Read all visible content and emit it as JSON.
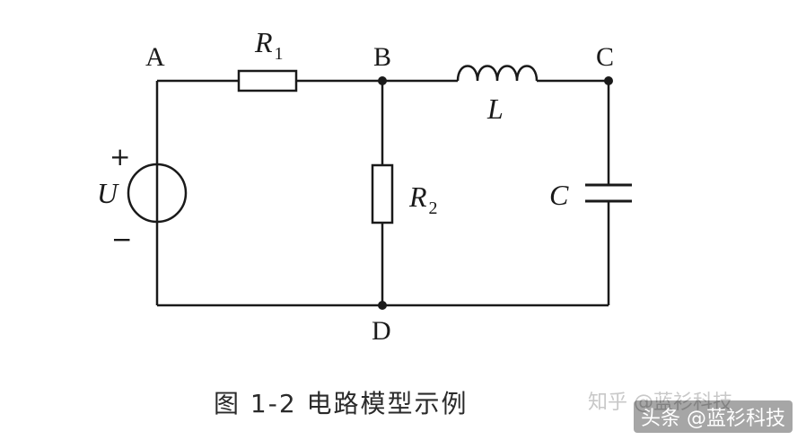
{
  "nodes": {
    "a": "A",
    "b": "B",
    "c": "C",
    "d": "D"
  },
  "components": {
    "r1": {
      "letter": "R",
      "sub": "1"
    },
    "r2": {
      "letter": "R",
      "sub": "2"
    },
    "l": "L",
    "c": "C",
    "u": "U"
  },
  "source": {
    "plus": "+",
    "minus": "−"
  },
  "caption": "图 1-2 电路模型示例",
  "watermark": "知乎 @蓝衫科技",
  "badge": "头条 @蓝衫科技",
  "colors": {
    "wire": "#1a1a1a",
    "background": "#ffffff"
  }
}
